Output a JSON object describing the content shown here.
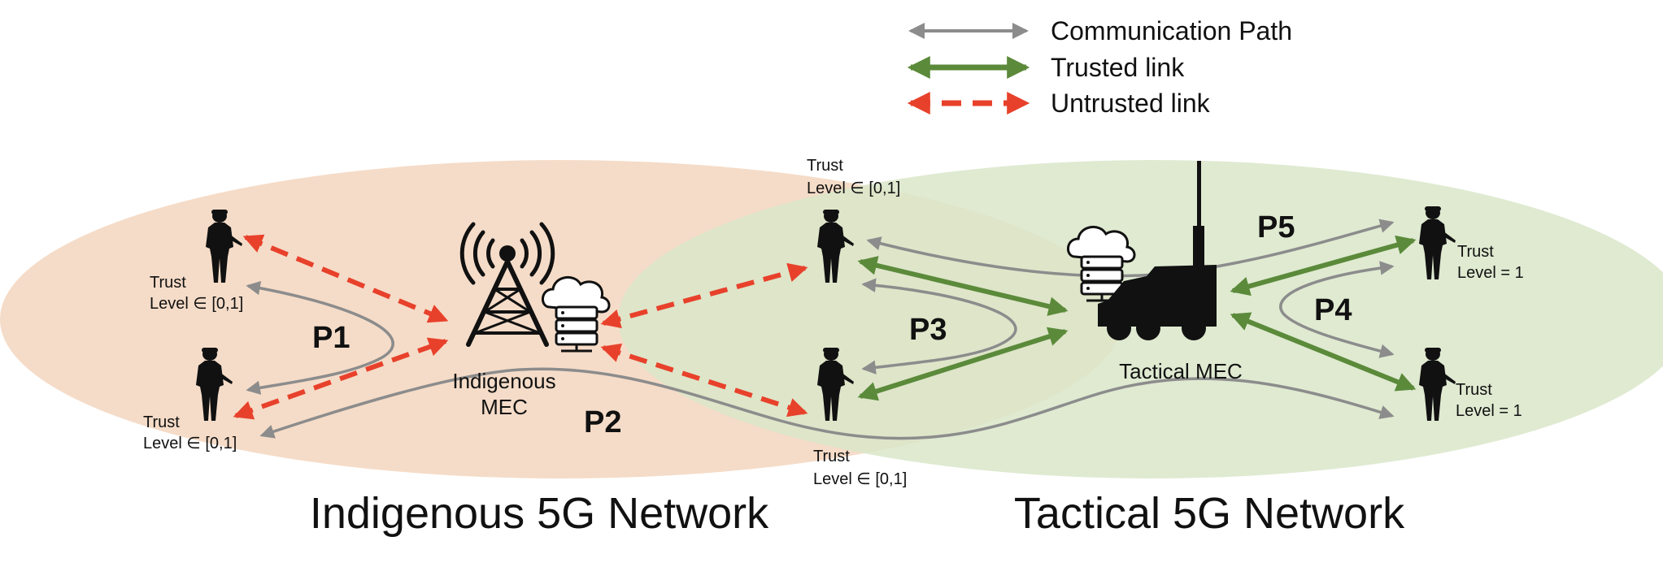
{
  "legend": {
    "communication_path": "Communication Path",
    "trusted_link": "Trusted link",
    "untrusted_link": "Untrusted link"
  },
  "colors": {
    "communication_path": "#8c8c8c",
    "trusted_link": "#5b8a3a",
    "untrusted_link": "#e8412b",
    "indigenous_region": "#f5dcc8",
    "tactical_region": "#d9e6c9"
  },
  "networks": {
    "indigenous": "Indigenous 5G Network",
    "tactical": "Tactical 5G Network"
  },
  "mec": {
    "indigenous_line1": "Indigenous",
    "indigenous_line2": "MEC",
    "tactical": "Tactical MEC"
  },
  "trust": {
    "label": "Trust",
    "level_range": "Level ∈ [0,1]",
    "level_one": "Level = 1"
  },
  "paths": {
    "p1": "P1",
    "p2": "P2",
    "p3": "P3",
    "p4": "P4",
    "p5": "P5"
  }
}
